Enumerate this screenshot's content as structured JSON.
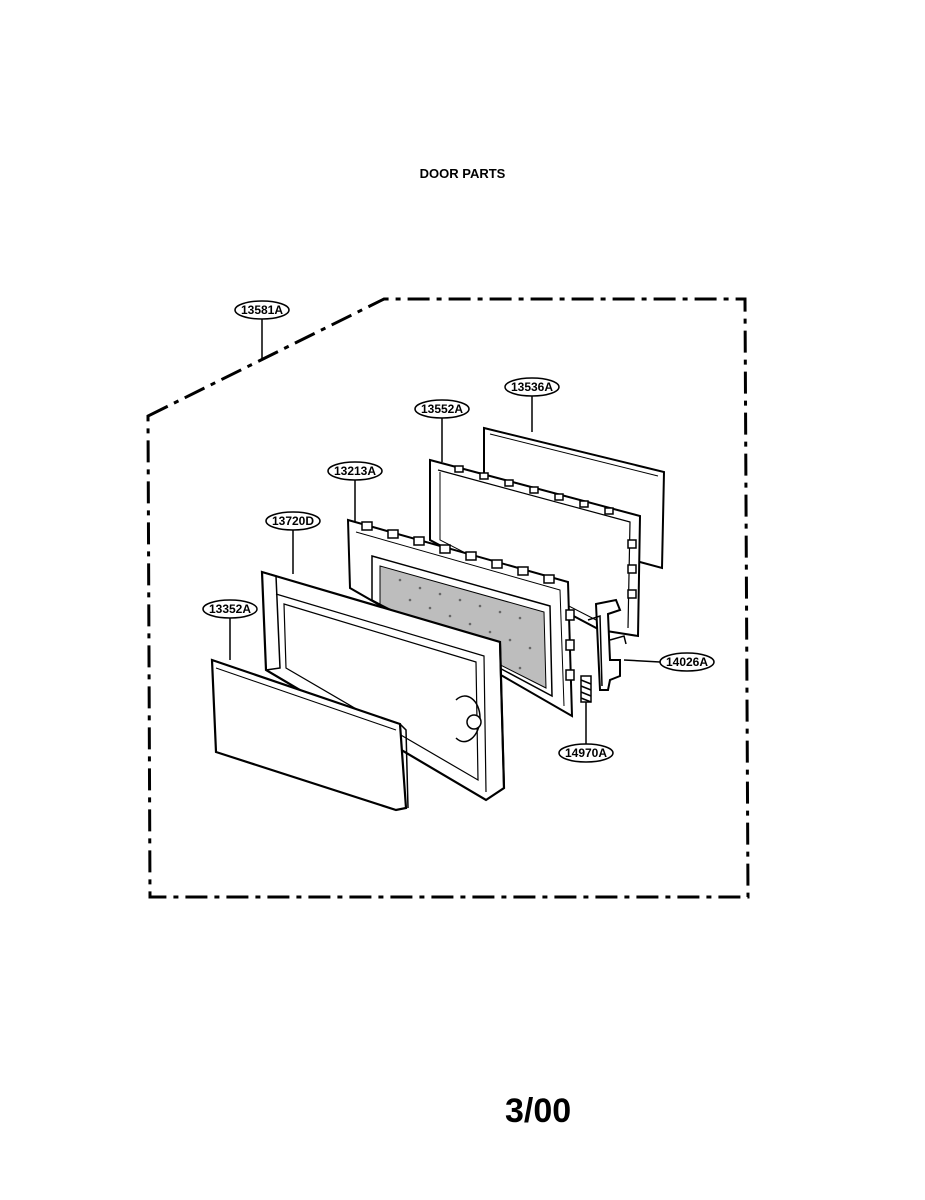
{
  "title": "DOOR PARTS",
  "page_number": "3/00",
  "callouts": {
    "assembly": "13581A",
    "door_screen": "13536A",
    "door_frame": "13552A",
    "choke_cover": "13213A",
    "door_panel": "13720D",
    "door_glass": "13352A",
    "latch_hook": "14026A",
    "spring": "14970A"
  }
}
